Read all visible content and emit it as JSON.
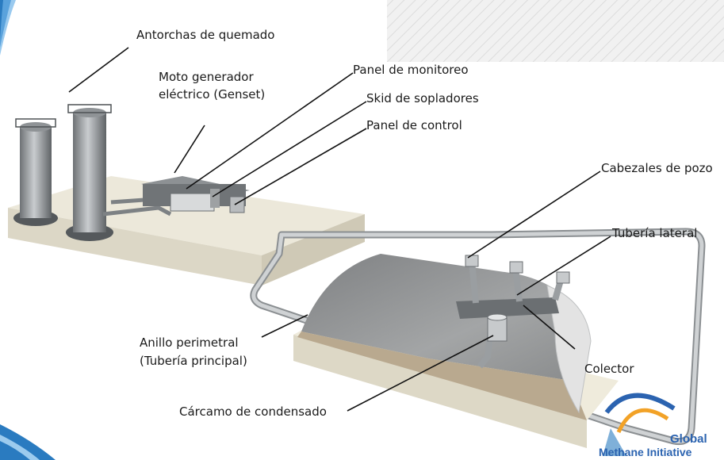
{
  "labels": {
    "flares": "Antorchas de quemado",
    "genset_line1": "Moto generador",
    "genset_line2": "eléctrico (Genset)",
    "monitoring_panel": "Panel de monitoreo",
    "blower_skid": "Skid de sopladores",
    "control_panel": "Panel de control",
    "wellheads": "Cabezales de pozo",
    "lateral_pipe": "Tubería lateral",
    "ring_line1": "Anillo perimetral",
    "ring_line2": "(Tubería principal)",
    "collector": "Colector",
    "condensate_sump": "Cárcamo de condensado"
  },
  "logo": {
    "line1": "Global",
    "line2": "Methane Initiative",
    "color_text": "#2b63b0",
    "color_accent": "#f2a227"
  },
  "colors": {
    "slab": "#e9e5d6",
    "pipe": "#b5b8bb",
    "landfill": "#9d9fa0",
    "accent_blue": "#2a7bc0"
  }
}
